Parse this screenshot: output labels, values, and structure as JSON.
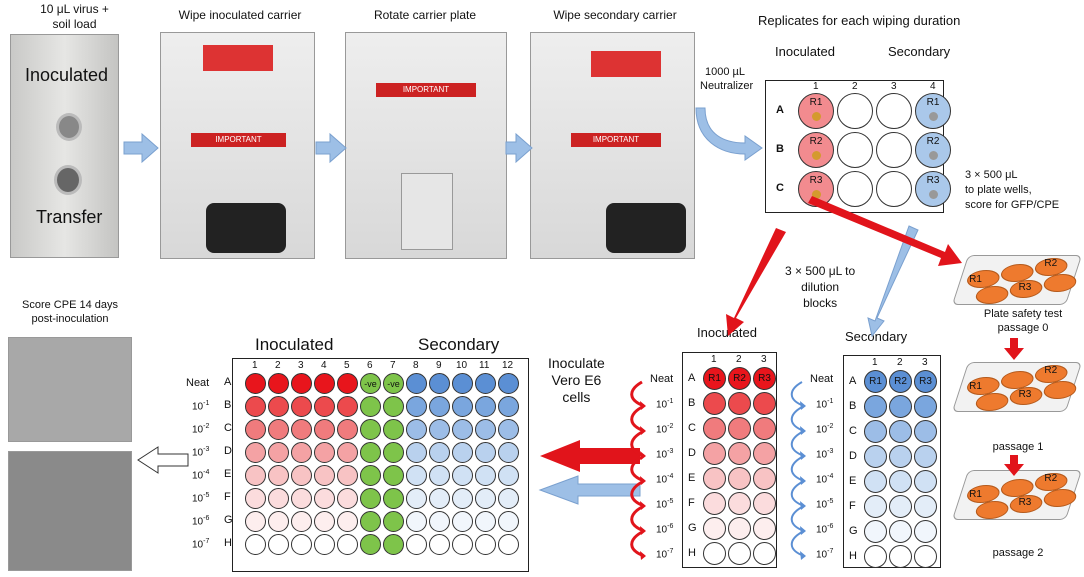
{
  "step1": {
    "caption": "10 μL virus +\nsoil load",
    "inoculated": "Inoculated",
    "transfer": "Transfer"
  },
  "step2": {
    "caption": "Wipe inoculated carrier"
  },
  "step3": {
    "caption": "Rotate carrier plate"
  },
  "step4": {
    "caption": "Wipe secondary carrier"
  },
  "device": {
    "important": "IMPORTANT"
  },
  "neutralizer": "1000 µL\nNeutralizer",
  "replicates": {
    "title": "Replicates for each wiping duration",
    "inoculated": "Inoculated",
    "secondary": "Secondary",
    "cols": [
      "1",
      "2",
      "3",
      "4"
    ],
    "rows": [
      "A",
      "B",
      "C"
    ],
    "inoc_labels": [
      "R1",
      "R2",
      "R3"
    ],
    "sec_labels": [
      "R1",
      "R2",
      "R3"
    ]
  },
  "plate_note": "3 × 500 μL\nto plate wells,\nscore for GFP/CPE",
  "safety": {
    "labels": [
      "R1",
      "R2",
      "R3"
    ],
    "captions": [
      "Plate safety test\npassage 0",
      "passage 1",
      "passage 2"
    ]
  },
  "dilution_note": "3 × 500 μL to\ndilution\nblocks",
  "blocks": {
    "inoculated": "Inoculated",
    "secondary": "Secondary",
    "cols": [
      "1",
      "2",
      "3"
    ],
    "rows": [
      "A",
      "B",
      "C",
      "D",
      "E",
      "F",
      "G",
      "H"
    ],
    "labels": [
      "R1",
      "R2",
      "R3"
    ],
    "neat": "Neat",
    "dilutions": [
      "-1",
      "-2",
      "-3",
      "-4",
      "-5",
      "-6",
      "-7"
    ]
  },
  "inoculate_note": "Inoculate\nVero E6\ncells",
  "plate96": {
    "inoculated": "Inoculated",
    "secondary": "Secondary",
    "cols": [
      "1",
      "2",
      "3",
      "4",
      "5",
      "6",
      "7",
      "8",
      "9",
      "10",
      "11",
      "12"
    ],
    "rows": [
      "A",
      "B",
      "C",
      "D",
      "E",
      "F",
      "G",
      "H"
    ],
    "neat": "Neat",
    "dilutions": [
      "-1",
      "-2",
      "-3",
      "-4",
      "-5",
      "-6",
      "-7"
    ],
    "neg_label": "-ve"
  },
  "score_note": "Score CPE 14 days\npost-inoculation",
  "colors": {
    "red": [
      "#e8151c",
      "#ec4a4d",
      "#f07b7d",
      "#f4a2a4",
      "#f8c3c4",
      "#fbdcdd",
      "#fdeeee",
      "#ffffff"
    ],
    "blue": [
      "#5b8fd4",
      "#7aa6de",
      "#9cbde7",
      "#b9d1ee",
      "#d0e1f4",
      "#e3edf8",
      "#f1f6fc",
      "#ffffff"
    ],
    "green": "#7ec44a",
    "inoc_well": "#f28b8f",
    "sec_well": "#aac8ea",
    "orange": "#ee7a2e",
    "arrow_blue": "#9dbfe6",
    "arrow_red": "#e1141b"
  }
}
